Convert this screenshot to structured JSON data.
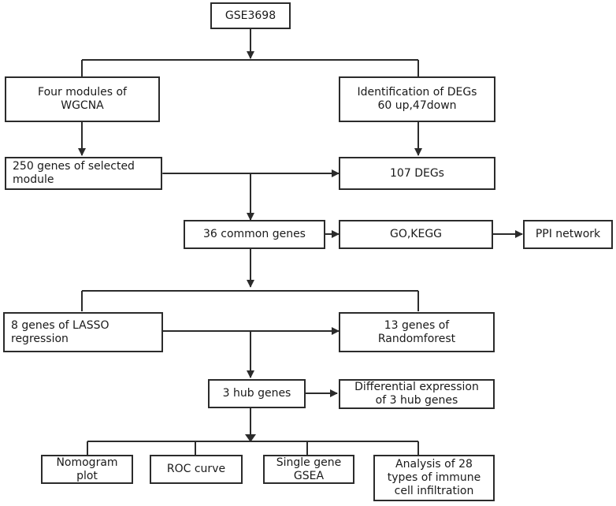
{
  "nodes": {
    "gse": "GSE3698",
    "wgcna": "Four modules of\nWGCNA",
    "degs_id": "Identification of DEGs\n60 up,47down",
    "genes250": "250 genes of selected\nmodule",
    "degs107": "107 DEGs",
    "common36": "36 common genes",
    "gokegg": "GO,KEGG",
    "ppi": "PPI network",
    "lasso": "8 genes of LASSO\nregression",
    "rf": "13 genes of\nRandomforest",
    "hub3": "3 hub genes",
    "diffexp": "Differential expression\nof 3 hub genes",
    "nomogram": "Nomogram\nplot",
    "roc": "ROC curve",
    "gsea": "Single gene\nGSEA",
    "immune": "Analysis of 28\ntypes of immune\ncell infiltration"
  },
  "colors": {
    "line": "#2b2b2b",
    "box_border": "#2b2b2b",
    "text": "#1a1a1a"
  }
}
